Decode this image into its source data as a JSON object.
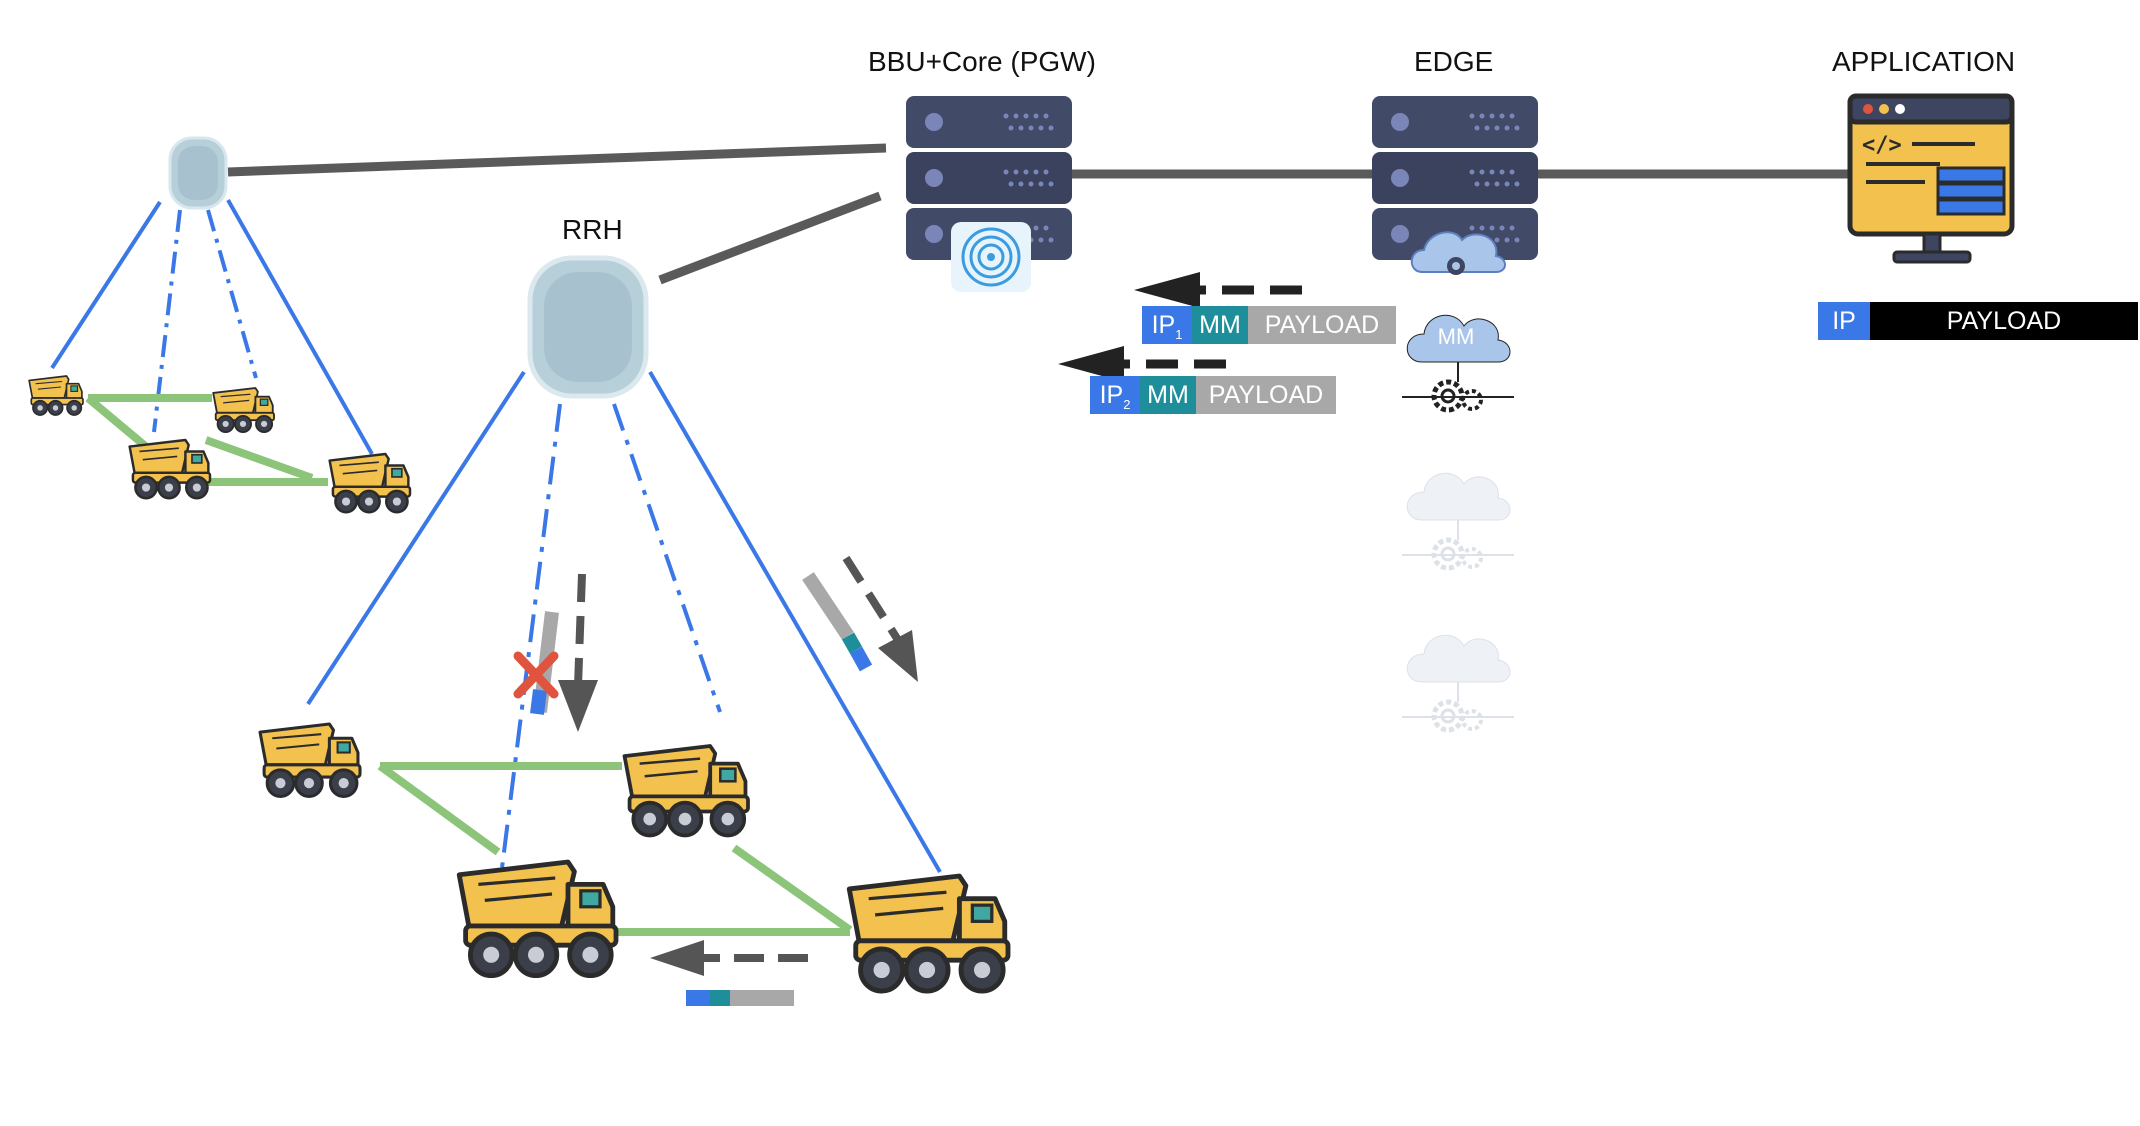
{
  "labels": {
    "bbu": "BBU+Core (PGW)",
    "edge": "EDGE",
    "application": "APPLICATION",
    "rrh": "RRH"
  },
  "packets": {
    "edge_packet_1": {
      "ip": "IP",
      "ip_sub": "1",
      "mm": "MM",
      "payload": "PAYLOAD"
    },
    "edge_packet_2": {
      "ip": "IP",
      "ip_sub": "2",
      "mm": "MM",
      "payload": "PAYLOAD"
    },
    "app_packet": {
      "ip": "IP",
      "payload": "PAYLOAD"
    }
  },
  "edge_cloud": {
    "label": "MM"
  },
  "icons": {
    "servers": [
      "server-rack-icon",
      "server-rack-icon"
    ],
    "antenna": "wireless-antenna-icon",
    "app": "application-monitor-icon",
    "rrh": [
      "rrh-unit-icon",
      "rrh-unit-icon"
    ],
    "trucks": "dump-truck-icon",
    "clouds": [
      "cloud-gears-icon",
      "cloud-gears-icon-faded",
      "cloud-gears-icon-faded"
    ],
    "blocked": "red-x-icon"
  },
  "colors": {
    "link_gray": "#5a5a5a",
    "radio_blue": "#3b78e7",
    "mesh_green": "#8cc47a",
    "ip_blue": "#3b78e7",
    "mm_teal": "#1e8f9a",
    "payload_gray": "#a8a8a8",
    "payload_black": "#000000",
    "truck_yellow": "#f2c14e",
    "server_dark": "#3e4560",
    "blocked_red": "#e0533e"
  }
}
